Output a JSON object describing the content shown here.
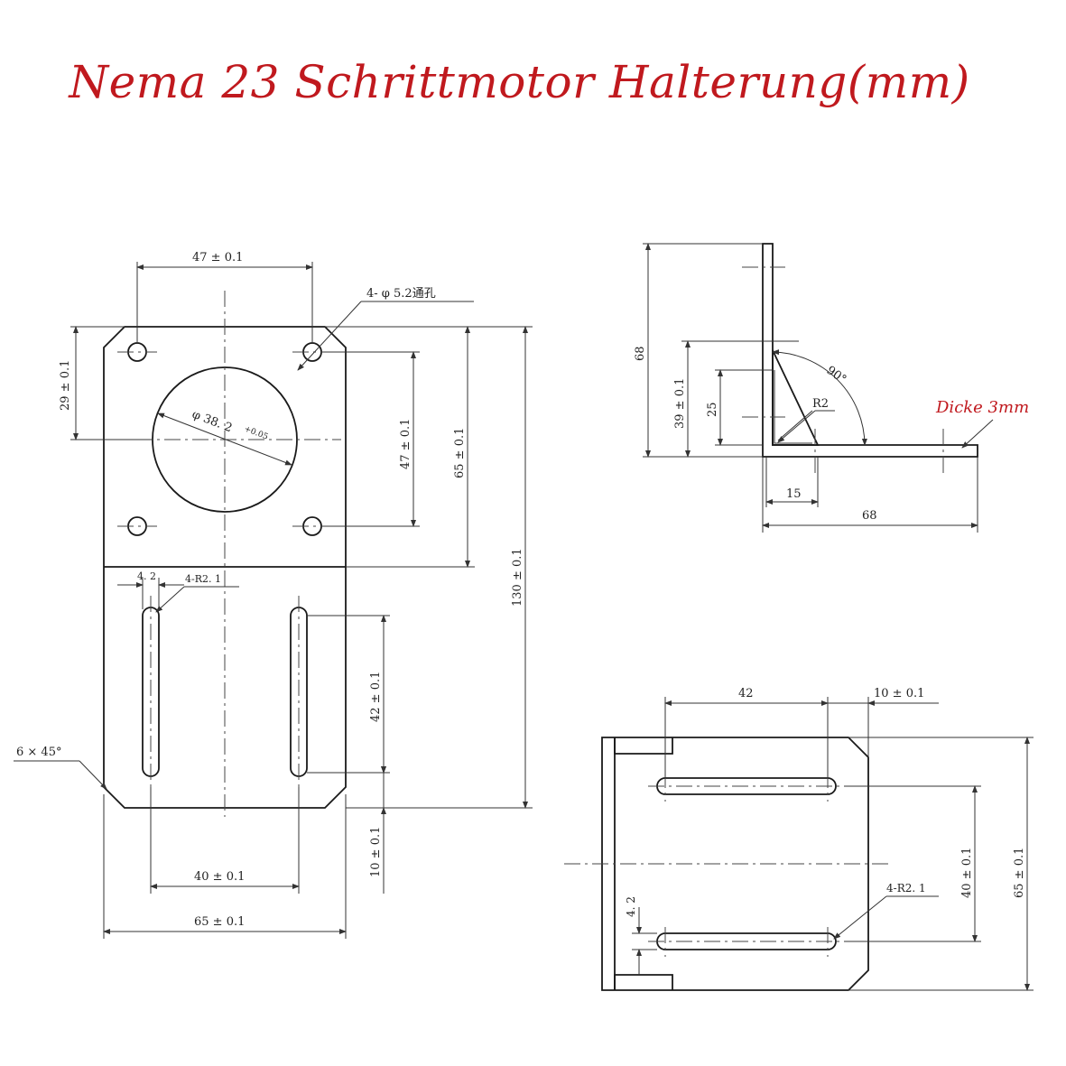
{
  "title": "Nema 23 Schrittmotor Halterung(mm)",
  "thickness_note": "Dicke 3mm",
  "front_view": {
    "dim_hole_spacing_top": "47 ± 0.1",
    "hole_note": "4- φ 5.2通孔",
    "dim_hole_top_offset": "29 ± 0.1",
    "dim_bore": "φ 38. 2",
    "dim_bore_tol": "+0.05",
    "dim_hole_spacing_side": "47 ± 0.1",
    "dim_motor_plate_height": "65 ± 0.1",
    "dim_total_height": "130 ± 0.1",
    "dim_slot_width": "4. 2",
    "slot_radius_note": "4-R2. 1",
    "dim_slot_length": "42 ± 0.1",
    "chamfer_note": "6 × 45°",
    "dim_bottom_offset": "10 ± 0.1",
    "dim_slot_spacing": "40 ± 0.1",
    "dim_total_width": "65 ± 0.1"
  },
  "side_view": {
    "dim_height": "68",
    "dim_rib_height": "39 ± 0.1",
    "dim_rib_inner": "25",
    "angle": "90°",
    "radius": "R2",
    "dim_rib_base": "15",
    "dim_base_length": "68"
  },
  "top_view": {
    "dim_slot_length": "42",
    "dim_edge_offset": "10 ± 0.1",
    "dim_slot_spacing": "40 ± 0.1",
    "dim_width": "65 ± 0.1",
    "dim_slot_width": "4. 2",
    "slot_radius_note": "4-R2. 1"
  }
}
